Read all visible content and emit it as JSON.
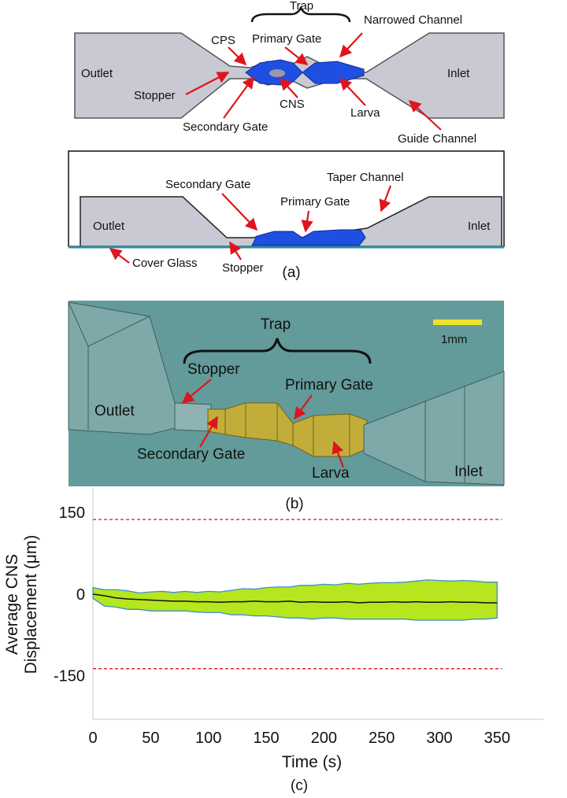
{
  "panel_a": {
    "caption": "(a)",
    "top_view": {
      "trap": "Trap",
      "narrowed_channel": "Narrowed Channel",
      "cps": "CPS",
      "primary_gate": "Primary Gate",
      "outlet": "Outlet",
      "inlet": "Inlet",
      "stopper": "Stopper",
      "cns": "CNS",
      "larva": "Larva",
      "secondary_gate": "Secondary Gate",
      "guide_channel": "Guide Channel"
    },
    "side_view": {
      "taper_channel": "Taper Channel",
      "secondary_gate": "Secondary Gate",
      "primary_gate": "Primary Gate",
      "outlet": "Outlet",
      "inlet": "Inlet",
      "cover_glass": "Cover Glass",
      "stopper": "Stopper"
    }
  },
  "panel_b": {
    "caption": "(b)",
    "trap": "Trap",
    "scale_bar": "1mm",
    "stopper": "Stopper",
    "primary_gate": "Primary Gate",
    "outlet": "Outlet",
    "secondary_gate": "Secondary Gate",
    "larva": "Larva",
    "inlet": "Inlet"
  },
  "chart_data": {
    "type": "area",
    "caption": "(c)",
    "xlabel": "Time (s)",
    "ylabel_line1": "Average CNS",
    "ylabel_line2": "Displacement (μm)",
    "xlim": [
      0,
      390
    ],
    "ylim": [
      -230,
      195
    ],
    "x_ticks": [
      0,
      50,
      100,
      150,
      200,
      250,
      300,
      350
    ],
    "x_tick_labels": [
      "0",
      "50",
      "100",
      "150",
      "200",
      "250",
      "300",
      "350"
    ],
    "y_ticks": [
      150,
      0,
      -150
    ],
    "y_tick_labels": [
      "150",
      "0",
      "-150"
    ],
    "thresholds": [
      137,
      -137
    ],
    "series": [
      {
        "x": [
          0,
          10,
          20,
          30,
          40,
          50,
          60,
          70,
          80,
          90,
          100,
          110,
          120,
          130,
          140,
          150,
          160,
          170,
          180,
          190,
          200,
          210,
          220,
          230,
          240,
          250,
          260,
          270,
          280,
          290,
          300,
          310,
          320,
          330,
          340,
          350
        ],
        "mean": [
          0,
          -3,
          -7,
          -9,
          -10,
          -11,
          -12,
          -13,
          -13,
          -14,
          -14,
          -15,
          -14,
          -14,
          -13,
          -14,
          -14,
          -13,
          -15,
          -14,
          -15,
          -15,
          -14,
          -16,
          -15,
          -15,
          -14,
          -15,
          -14,
          -15,
          -15,
          -14,
          -15,
          -15,
          -16,
          -16
        ],
        "upper": [
          12,
          8,
          8,
          6,
          2,
          4,
          5,
          3,
          5,
          3,
          5,
          4,
          7,
          10,
          9,
          12,
          13,
          13,
          16,
          16,
          18,
          17,
          20,
          18,
          20,
          21,
          21,
          22,
          24,
          26,
          25,
          24,
          25,
          24,
          22,
          22
        ],
        "lower": [
          -8,
          -22,
          -24,
          -28,
          -28,
          -31,
          -31,
          -31,
          -31,
          -33,
          -34,
          -34,
          -38,
          -38,
          -40,
          -40,
          -42,
          -44,
          -44,
          -46,
          -44,
          -44,
          -46,
          -46,
          -46,
          -46,
          -46,
          -46,
          -48,
          -48,
          -48,
          -48,
          -48,
          -46,
          -46,
          -44
        ]
      }
    ],
    "colors": {
      "band_fill": "#b6e61e",
      "band_edge": "#3a8fd6",
      "mean_line": "#111111",
      "threshold": "#e0141e"
    }
  }
}
